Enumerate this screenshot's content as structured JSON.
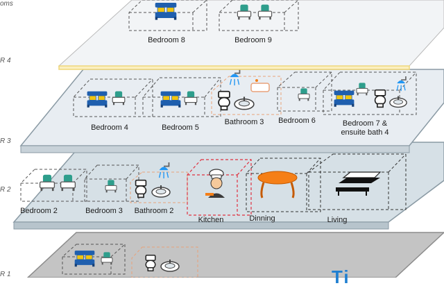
{
  "floors": {
    "f4_caption": "oms",
    "f4": "R 4",
    "f3": "R 3",
    "f2": "R 2",
    "f1": "R 1"
  },
  "rooms": {
    "bedroom8": "Bedroom 8",
    "bedroom9": "Bedroom 9",
    "bedroom4": "Bedroom 4",
    "bedroom5": "Bedroom 5",
    "bathroom3": "Bathroom 3",
    "bedroom6": "Bedroom 6",
    "bedroom7_l1": "Bedroom 7 &",
    "bedroom7_l2": "ensuite bath 4",
    "bedroom2": "Bedroom 2",
    "bedroom3": "Bedroom 3",
    "bathroom2": "Bathroom 2",
    "kitchen": "Kitchen",
    "dinning": "Dinning",
    "living": "Living"
  },
  "brand": "Ti",
  "colors": {
    "floor_top": "#f2f4f6",
    "floor_top_edge": "#f0d77a",
    "floor3": "#e8edf2",
    "floor2": "#d6e0e6",
    "floor1": "#c4c4c4",
    "bed_blue": "#1f5fae",
    "bed_pillow": "#f1c40f",
    "chair_green": "#2e9e8c",
    "kitchen_red": "#e0303f",
    "dinning_orange": "#f57f17",
    "shower_blue": "#2196f3"
  }
}
